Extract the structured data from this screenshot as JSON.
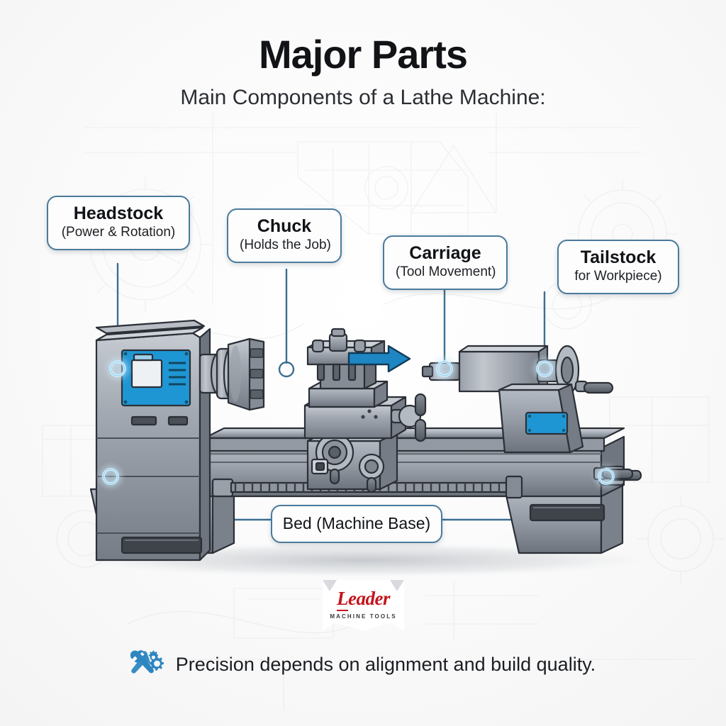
{
  "header": {
    "title": "Major Parts",
    "subtitle": "Main Components of a Lathe Machine:"
  },
  "callouts": [
    {
      "id": "headstock",
      "title": "Headstock",
      "subtitle": "(Power & Rotation)"
    },
    {
      "id": "chuck",
      "title": "Chuck",
      "subtitle": "(Holds the Job)"
    },
    {
      "id": "carriage",
      "title": "Carriage",
      "subtitle": "(Tool Movement)"
    },
    {
      "id": "tailstock",
      "title": "Tailstock",
      "subtitle": "for Workpiece)"
    },
    {
      "id": "bed",
      "title": "Bed (Machine Base)",
      "subtitle": ""
    }
  ],
  "logo": {
    "brand_lead": "L",
    "brand_rest": "eader",
    "tagline": "MACHINE TOOLS"
  },
  "footer": {
    "icon": "wrench-gear-icon",
    "text": "Precision depends on alignment and build quality."
  },
  "illustration": {
    "name": "lathe-machine-diagram",
    "arrow": "right-arrow-icon",
    "markers": [
      "headstock-marker",
      "chuck-marker",
      "carriage-marker",
      "tailstock-marker",
      "bed-left-marker",
      "bed-right-marker"
    ]
  },
  "colors": {
    "background": "#fafafa",
    "callout_border": "#4a7a9b",
    "title_text": "#111317",
    "accent_blue": "#1f86c4",
    "panel_blue": "#1f96d4",
    "metal_light": "#b9bec6",
    "metal_mid": "#8e949d",
    "metal_dark": "#5f656e",
    "outline": "#2b2f36",
    "logo_red": "#c3141b",
    "leader_line": "#3c6f92"
  }
}
